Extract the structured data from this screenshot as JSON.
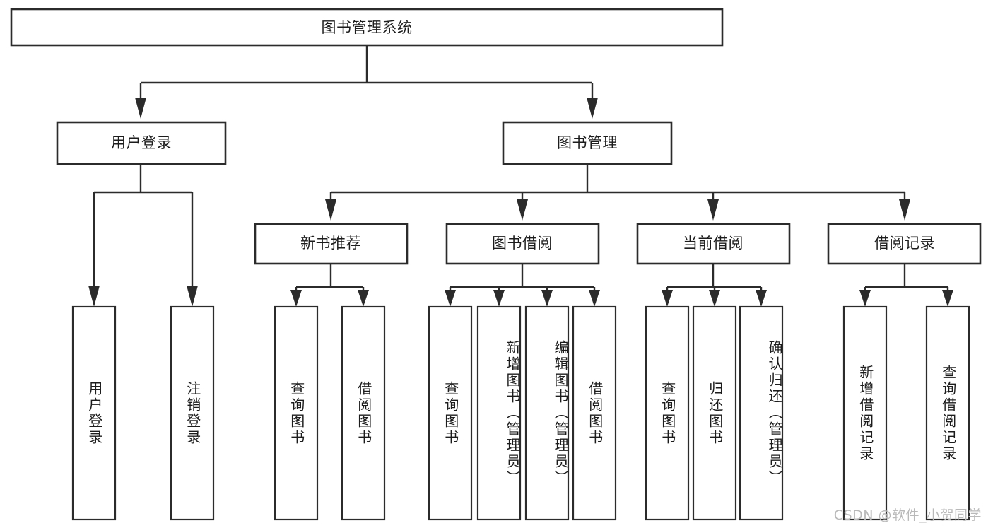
{
  "diagram": {
    "title": "图书管理系统",
    "type": "功能结构图",
    "background_color": "#ffffff",
    "line_color": "#2b2b2b",
    "box_fill": "#ffffff",
    "text_color": "#1c1c1c"
  },
  "root": {
    "label": "图书管理系统"
  },
  "level2": [
    {
      "label": "用户登录"
    },
    {
      "label": "图书管理"
    }
  ],
  "level3": [
    {
      "label": "新书推荐"
    },
    {
      "label": "图书借阅"
    },
    {
      "label": "当前借阅"
    },
    {
      "label": "借阅记录"
    }
  ],
  "leaves": {
    "user_login": [
      {
        "label": "用户登录"
      },
      {
        "label": "注销登录"
      }
    ],
    "new_book_recommend": [
      {
        "label": "查询图书"
      },
      {
        "label": "借阅图书"
      }
    ],
    "book_borrow": [
      {
        "label": "查询图书"
      },
      {
        "label": "新增图书（管理员）"
      },
      {
        "label": "编辑图书（管理员）"
      },
      {
        "label": "借阅图书"
      }
    ],
    "current_borrow": [
      {
        "label": "查询图书"
      },
      {
        "label": "归还图书"
      },
      {
        "label": "确认归还（管理员）"
      }
    ],
    "borrow_record": [
      {
        "label": "新增借阅记录"
      },
      {
        "label": "查询借阅记录"
      }
    ]
  },
  "watermark": {
    "text": "CSDN @软件_小贺同学"
  }
}
